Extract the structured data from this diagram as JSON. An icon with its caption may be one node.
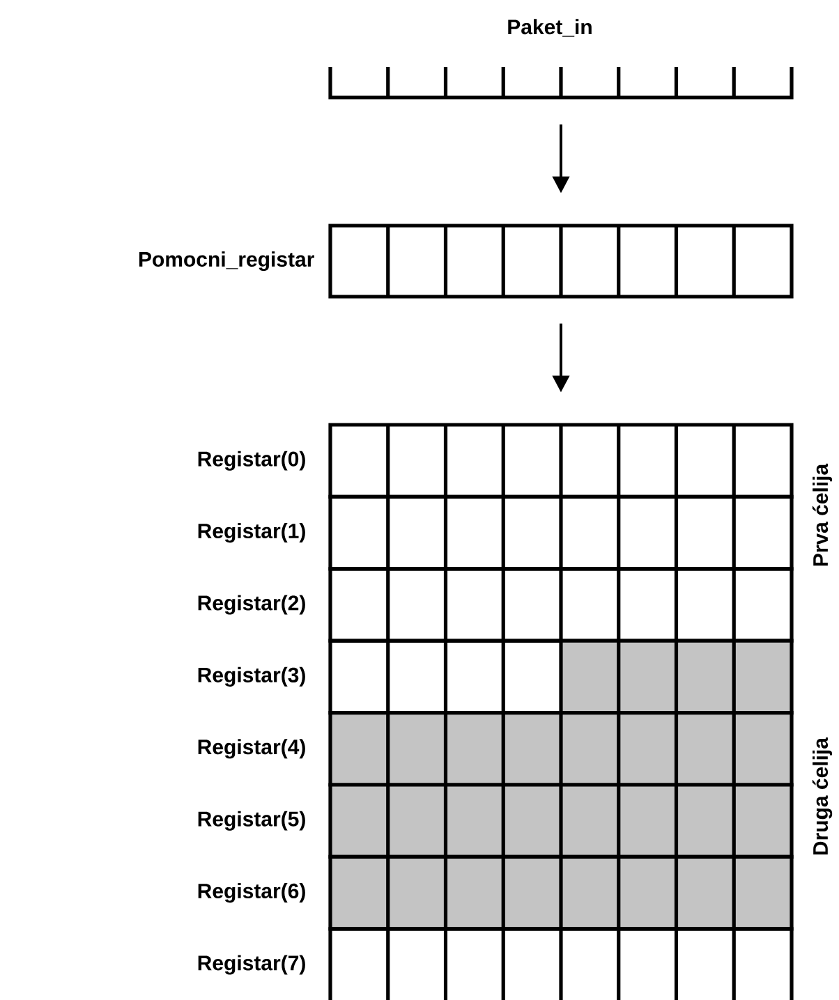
{
  "diagram": {
    "nodes": [
      {
        "text": [
          "Paket_in"
        ]
      },
      {
        "text": [
          "Pomocni_registar"
        ]
      },
      {
        "text": [
          "Registar(0)"
        ]
      },
      {
        "text": [
          "Registar(1)"
        ]
      },
      {
        "text": [
          "Registar(2)"
        ]
      },
      {
        "text": [
          "Registar(3)"
        ]
      },
      {
        "text": [
          "Registar(4)"
        ]
      },
      {
        "text": [
          "Registar(5)"
        ]
      },
      {
        "text": [
          "Registar(6)"
        ]
      },
      {
        "text": [
          "Registar(7)"
        ]
      }
    ],
    "edges": [
      {
        "from": 0,
        "to": 1,
        "arrow": "to"
      },
      {
        "from": 1,
        "to": 2,
        "arrow": "to"
      }
    ],
    "labels": [
      "Prva ćelija",
      "Druga ćelija"
    ]
  }
}
